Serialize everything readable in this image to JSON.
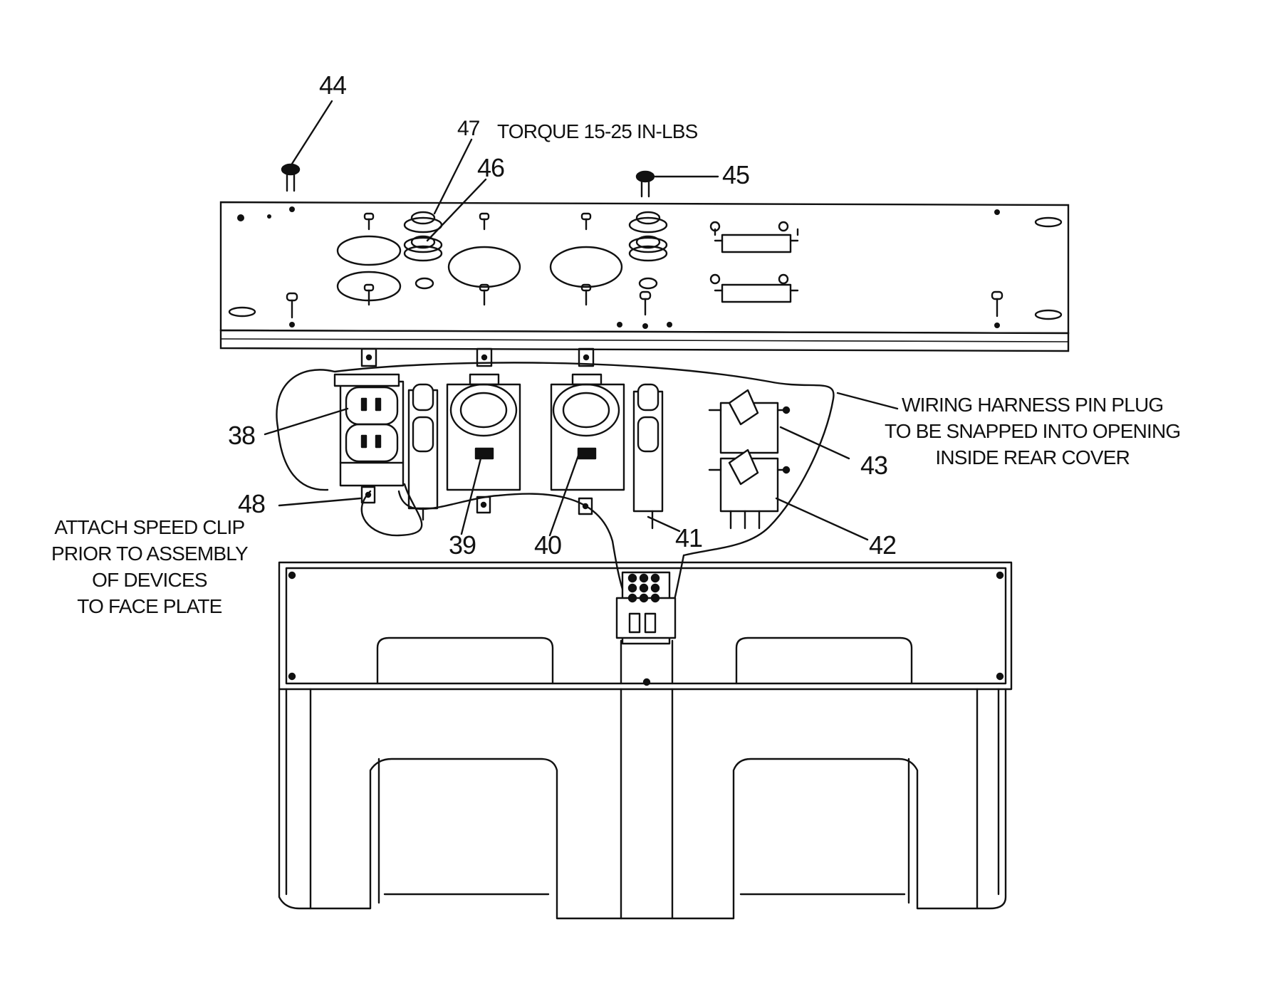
{
  "callouts": {
    "c38": "38",
    "c39": "39",
    "c40": "40",
    "c41": "41",
    "c42": "42",
    "c43": "43",
    "c44": "44",
    "c45": "45",
    "c46": "46",
    "c47": "47",
    "c48": "48"
  },
  "notes": {
    "torque": "TORQUE 15-25 IN-LBS",
    "harness": [
      "WIRING HARNESS PIN PLUG",
      "TO BE SNAPPED INTO OPENING",
      "INSIDE REAR COVER"
    ],
    "speed_clip": [
      "ATTACH SPEED CLIP",
      "PRIOR TO ASSEMBLY",
      "OF DEVICES",
      "TO FACE PLATE"
    ]
  }
}
